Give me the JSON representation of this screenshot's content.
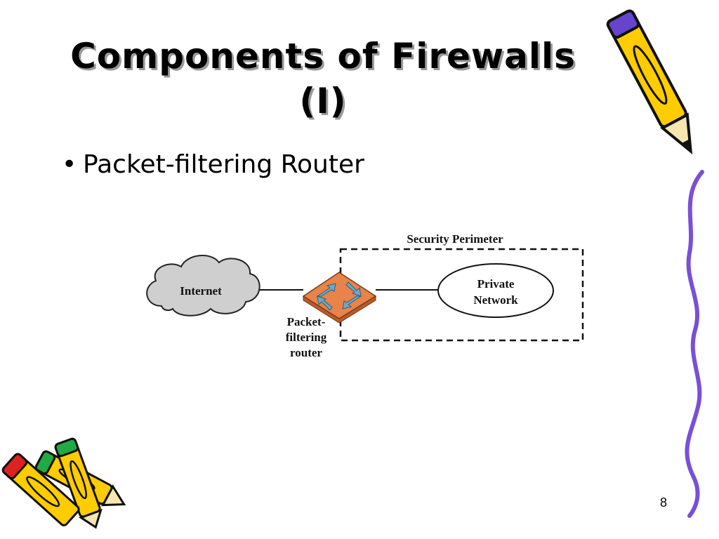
{
  "slide": {
    "title_line1": "Components of Firewalls",
    "title_line2": "(I)",
    "bullet_marker": "•",
    "bullet_text": "Packet-filtering Router",
    "page_number": "8"
  },
  "diagram": {
    "perimeter_label": "Security Perimeter",
    "internet_label": "Internet",
    "private_label_1": "Private",
    "private_label_2": "Network",
    "router_label_1": "Packet-",
    "router_label_2": "filtering",
    "router_label_3": "router"
  },
  "colors": {
    "cloud_fill": "#cfcfcf",
    "router_fill": "#e8834a",
    "arrow_fill": "#6fa8c8",
    "pencil_yellow": "#ffcc00",
    "pencil_blue": "#6644cc",
    "pencil_red": "#dd2222",
    "pencil_green": "#22aa44",
    "squiggle_purple": "#7a4fd8"
  }
}
